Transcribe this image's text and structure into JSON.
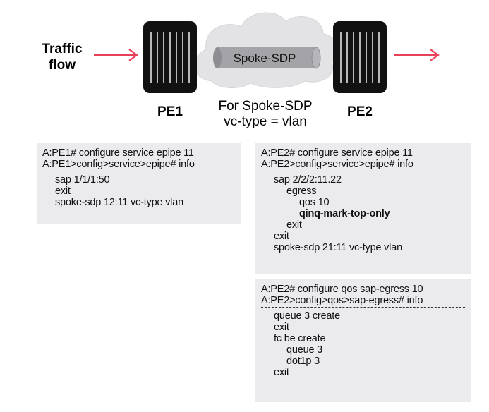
{
  "diagram": {
    "traffic_label": [
      "Traffic",
      "flow"
    ],
    "pe1_label": "PE1",
    "pe2_label": "PE2",
    "tunnel_label": "Spoke-SDP",
    "caption": [
      "For Spoke-SDP",
      "vc-type = vlan"
    ],
    "colors": {
      "arrow": "#e8425b",
      "router": "#111111",
      "cloud": "#e3e3e6",
      "tunnel": "#9a9a9e"
    }
  },
  "pe1_config": {
    "lines": [
      {
        "text": "A:PE1# configure service epipe 11",
        "indent": 0
      },
      {
        "text": "A:PE1>config>service>epipe# info",
        "indent": 0,
        "rule_after": true
      },
      {
        "text": "sap 1/1/1:50",
        "indent": 1
      },
      {
        "text": "exit",
        "indent": 1
      },
      {
        "text": "spoke-sdp 12:11 vc-type vlan",
        "indent": 1
      }
    ]
  },
  "pe2_service_config": {
    "lines": [
      {
        "text": "A:PE2# configure service epipe 11",
        "indent": 0
      },
      {
        "text": "A:PE2>config>service>epipe# info",
        "indent": 0,
        "rule_after": true
      },
      {
        "text": "sap 2/2/2:11.22",
        "indent": 1
      },
      {
        "text": "egress",
        "indent": 2
      },
      {
        "text": "qos 10",
        "indent": 3
      },
      {
        "text": "qinq-mark-top-only",
        "indent": 3,
        "bold": true
      },
      {
        "text": "exit",
        "indent": 2
      },
      {
        "text": "exit",
        "indent": 1
      },
      {
        "text": "spoke-sdp 21:11 vc-type vlan",
        "indent": 1
      }
    ]
  },
  "pe2_qos_config": {
    "lines": [
      {
        "text": "A:PE2# configure qos sap-egress 10",
        "indent": 0
      },
      {
        "text": "A:PE2>config>qos>sap-egress# info",
        "indent": 0,
        "rule_after": true
      },
      {
        "text": "queue 3 create",
        "indent": 1
      },
      {
        "text": "exit",
        "indent": 1
      },
      {
        "text": "fc be create",
        "indent": 1
      },
      {
        "text": "queue 3",
        "indent": 2
      },
      {
        "text": "dot1p 3",
        "indent": 2
      },
      {
        "text": "exit",
        "indent": 1
      }
    ]
  }
}
